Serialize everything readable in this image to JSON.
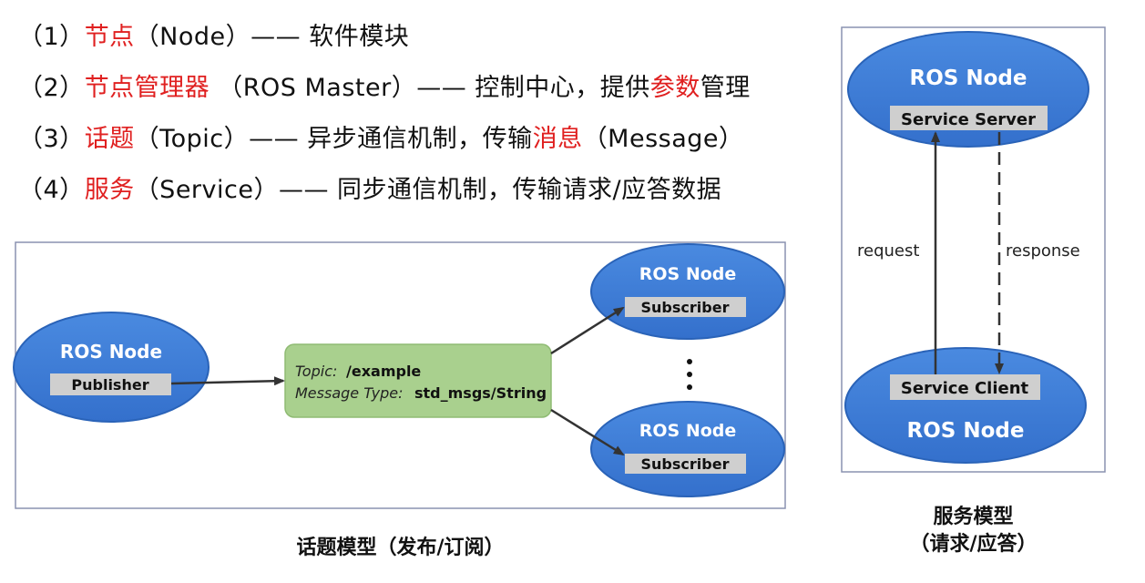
{
  "list": [
    {
      "num": "（1）",
      "red1": "节点",
      "mid": "（Node）—— 软件模块",
      "red2": "",
      "tail": ""
    },
    {
      "num": "（2）",
      "red1": "节点管理器",
      "mid": " （ROS Master）—— 控制中心，提供",
      "red2": "参数",
      "tail": "管理"
    },
    {
      "num": "（3）",
      "red1": "话题",
      "mid": "（Topic）—— 异步通信机制，传输",
      "red2": "消息",
      "tail": "（Message）"
    },
    {
      "num": "（4）",
      "red1": "服务",
      "mid": "（Service）—— 同步通信机制，传输请求/应答数据",
      "red2": "",
      "tail": ""
    }
  ],
  "topic_model": {
    "publisher_node": "ROS Node",
    "publisher_role": "Publisher",
    "topic_key": "Topic:",
    "topic_value": "/example",
    "type_key": "Message Type:",
    "type_value": "std_msgs/String",
    "subscriber_node_1": "ROS Node",
    "subscriber_role_1": "Subscriber",
    "subscriber_node_2": "ROS Node",
    "subscriber_role_2": "Subscriber",
    "caption": "话题模型（发布/订阅）"
  },
  "service_model": {
    "server_node": "ROS Node",
    "server_role": "Service Server",
    "client_role": "Service Client",
    "client_node": "ROS Node",
    "request_label": "request",
    "response_label": "response",
    "caption_line1": "服务模型",
    "caption_line2": "（请求/应答）"
  },
  "colors": {
    "node_fill": "#3f7fd9",
    "node_edge": "#2a63b8",
    "role_fill": "#cfcfcf",
    "topic_fill": "#a9d08e",
    "accent_red": "#e02020",
    "frame": "#8a92b0"
  }
}
